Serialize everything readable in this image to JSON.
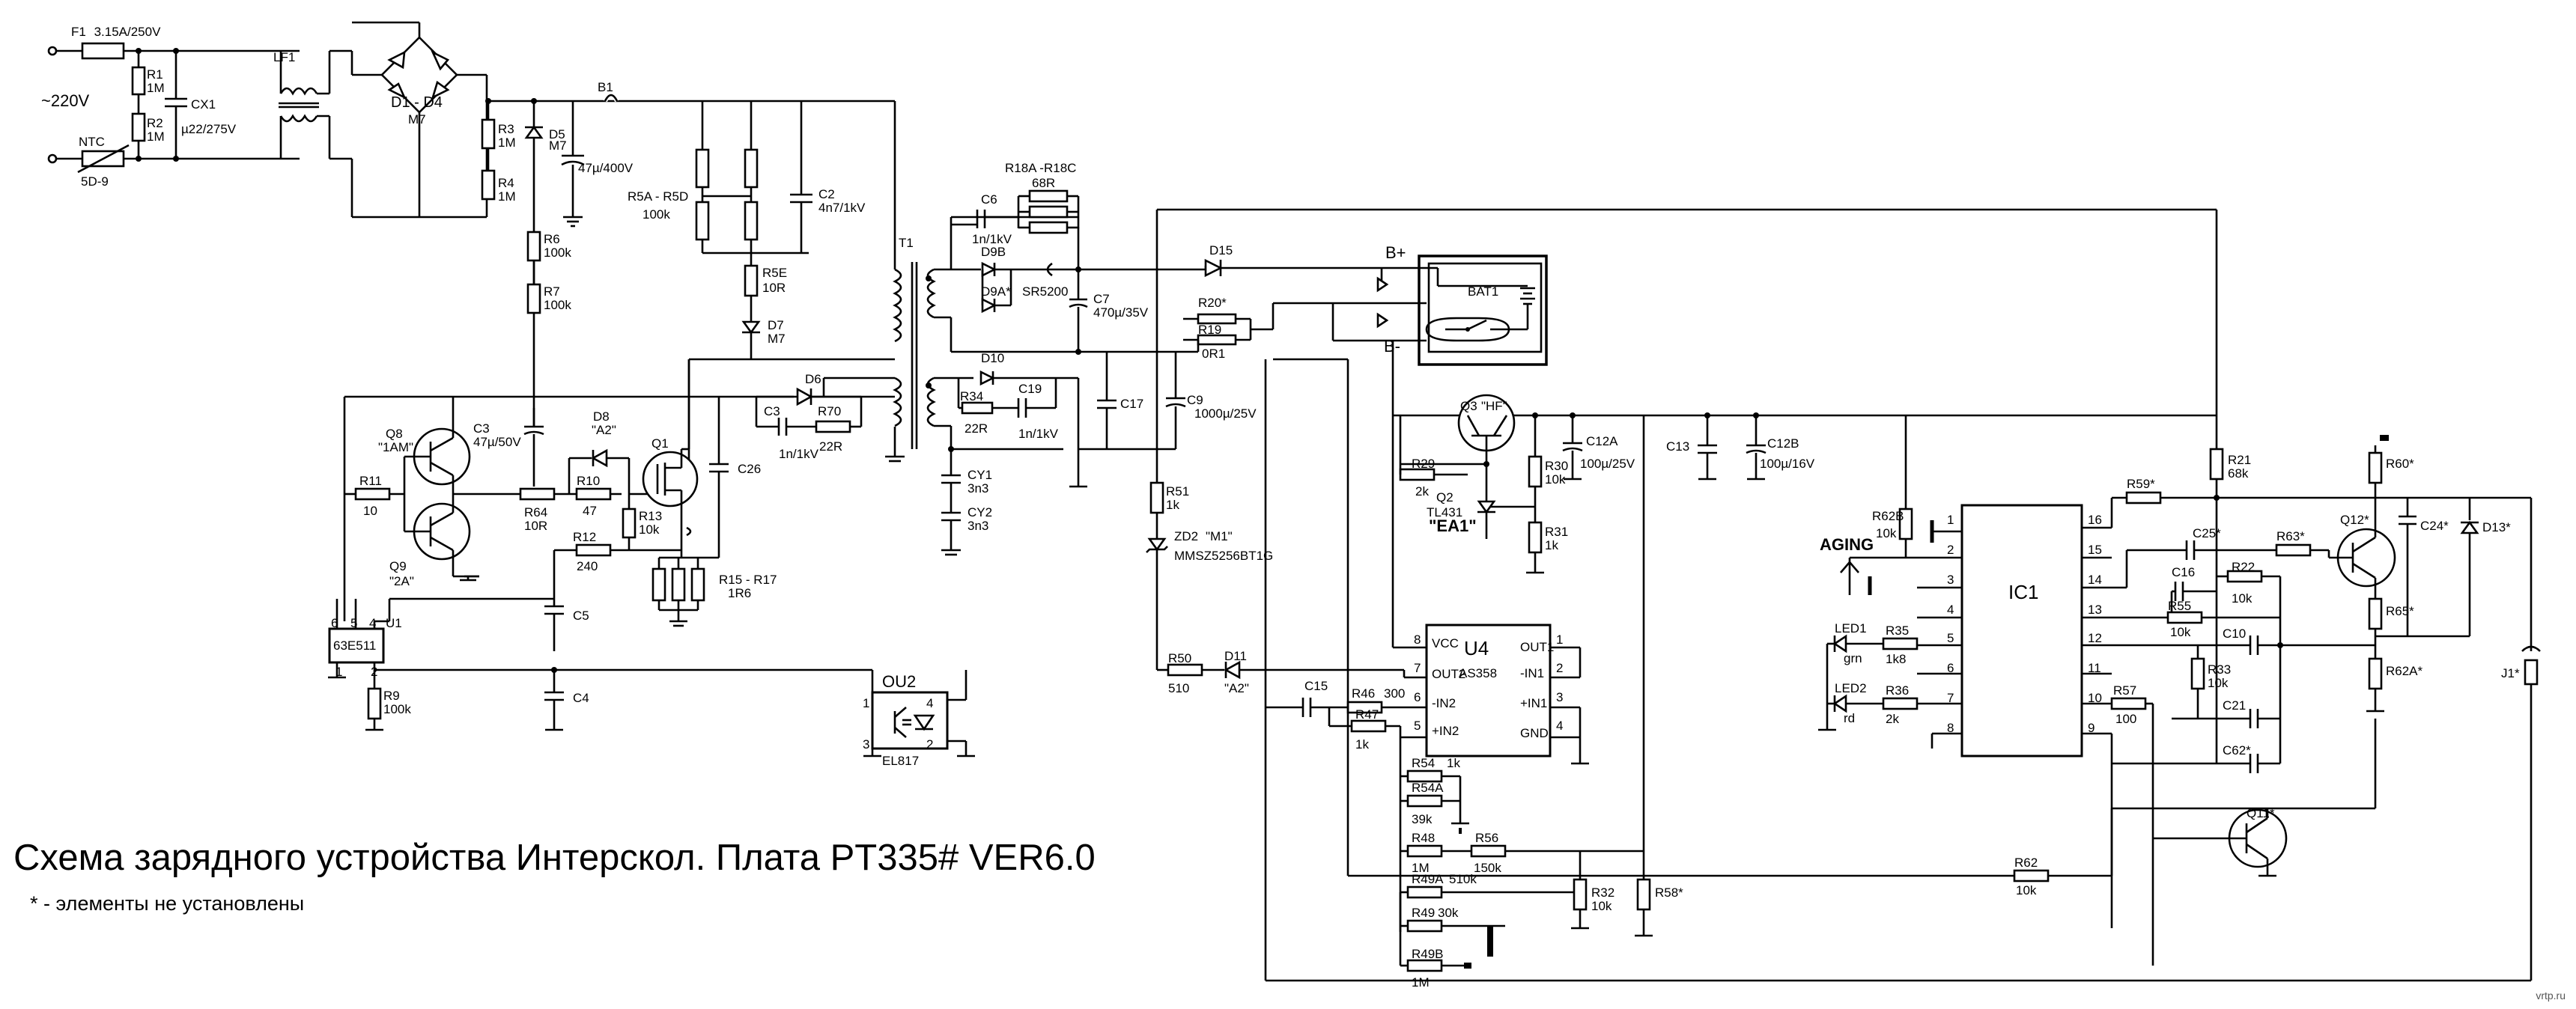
{
  "caption": "Схема зарядного устройства Интерскол. Плата PT335# VER6.0",
  "note": "* - элементы не установлены",
  "watermark": "vrtp.ru",
  "mains": "~220V",
  "fuse": {
    "ref": "F1",
    "value": "3.15A/250V"
  },
  "ntc": {
    "ref": "NTC",
    "value": "5D-9"
  },
  "filter": "LF1",
  "cx1": {
    "ref": "CX1",
    "value": "µ22/275V"
  },
  "r1": {
    "ref": "R1",
    "value": "1M"
  },
  "r2": {
    "ref": "R2",
    "value": "1M"
  },
  "bridge": {
    "ref": "D1 - D4",
    "value": "M7"
  },
  "b1": "B1",
  "r3": {
    "ref": "R3",
    "value": "1M"
  },
  "r4": {
    "ref": "R4",
    "value": "1M"
  },
  "d5": {
    "ref": "D5",
    "value": "M7"
  },
  "cbulk": {
    "value": "47µ/400V"
  },
  "r6": {
    "ref": "R6",
    "value": "100k"
  },
  "r7": {
    "ref": "R7",
    "value": "100k"
  },
  "r5": {
    "ref": "R5A - R5D",
    "value": "100k"
  },
  "c2": {
    "ref": "C2",
    "value": "4n7/1kV"
  },
  "r5e": {
    "ref": "R5E",
    "value": "10R"
  },
  "d7": {
    "ref": "D7",
    "value": "M7"
  },
  "t1": "T1",
  "q8": {
    "ref": "Q8",
    "value": "\"1AM\""
  },
  "q9": {
    "ref": "Q9",
    "value": "\"2A\""
  },
  "r11": {
    "ref": "R11",
    "value": "10"
  },
  "c3a": {
    "ref": "C3",
    "value": "47µ/50V"
  },
  "d8": {
    "ref": "D8",
    "value": "\"A2\""
  },
  "r64": {
    "ref": "R64",
    "value": "10R"
  },
  "r10": {
    "ref": "R10",
    "value": "47"
  },
  "q1": "Q1",
  "r13": {
    "ref": "R13",
    "value": "10k"
  },
  "c26": "C26",
  "r12": {
    "ref": "R12",
    "value": "240"
  },
  "c5": "C5",
  "r15": {
    "ref": "R15 - R17",
    "value": "1R6"
  },
  "u1": {
    "ref": "U1",
    "value": "63E511"
  },
  "r9": {
    "ref": "R9",
    "value": "100k"
  },
  "c4": "C4",
  "d6": "D6",
  "c3b": {
    "ref": "C3",
    "value": "1n/1kV"
  },
  "r70": {
    "ref": "R70",
    "value": "22R"
  },
  "c6": {
    "ref": "C6",
    "value": "1n/1kV"
  },
  "r18": {
    "ref": "R18A -R18C",
    "value": "68R"
  },
  "d9": {
    "b": "D9B",
    "a": "D9A*",
    "part": "SR5200"
  },
  "c7": {
    "ref": "C7",
    "value": "470µ/35V"
  },
  "d10": "D10",
  "r34": {
    "ref": "R34",
    "value": "22R"
  },
  "c19": {
    "ref": "C19",
    "value": "1n/1kV"
  },
  "c17": "C17",
  "c9": {
    "ref": "C9",
    "value": "1000µ/25V"
  },
  "cy1": {
    "ref": "CY1",
    "value": "3n3"
  },
  "cy2": {
    "ref": "CY2",
    "value": "3n3"
  },
  "d15": "D15",
  "r20": "R20*",
  "r19": {
    "ref": "R19",
    "value": "0R1"
  },
  "bplus": "B+",
  "bminus": "B-",
  "bat": "BAT1",
  "r51": {
    "ref": "R51",
    "value": "1k"
  },
  "zd2": {
    "ref": "ZD2",
    "tag": "\"M1\"",
    "value": "MMSZ5256BT1G"
  },
  "r50": {
    "ref": "R50",
    "value": "510"
  },
  "d11": {
    "ref": "D11",
    "value": "\"A2\""
  },
  "ou2": {
    "ref": "OU2",
    "value": "EL817"
  },
  "q3": {
    "ref": "Q3",
    "value": "\"HF\""
  },
  "r29": {
    "ref": "R29",
    "value": "2k"
  },
  "q2": {
    "ref": "Q2",
    "part": "TL431",
    "tag": "\"EA1\""
  },
  "r30": {
    "ref": "R30",
    "value": "10k"
  },
  "r31": {
    "ref": "R31",
    "value": "1k"
  },
  "c12a": {
    "ref": "C12A",
    "value": "100µ/25V"
  },
  "c13": "C13",
  "c12b": {
    "ref": "C12B",
    "value": "100µ/16V"
  },
  "u4": {
    "ref": "U4",
    "value": "AS358",
    "pins_left": [
      "VCC",
      "OUT2",
      "-IN2",
      "+IN2"
    ],
    "pins_right": [
      "OUT1",
      "-IN1",
      "+IN1",
      "GND"
    ],
    "nums_left": [
      "8",
      "7",
      "6",
      "5"
    ],
    "nums_right": [
      "1",
      "2",
      "3",
      "4"
    ]
  },
  "c15": "C15",
  "r46": {
    "ref": "R46",
    "value": "300"
  },
  "r47": {
    "ref": "R47",
    "value": "1k"
  },
  "r54": {
    "ref": "R54",
    "value": "1k"
  },
  "r54a": {
    "ref": "R54A",
    "value": "39k"
  },
  "r48": {
    "ref": "R48",
    "value": "1M"
  },
  "r56": {
    "ref": "R56",
    "value": "150k"
  },
  "r49a": {
    "ref": "R49A",
    "value": "510k"
  },
  "r49": {
    "ref": "R49",
    "value": "30k"
  },
  "r49b": {
    "ref": "R49B",
    "value": "1M"
  },
  "r32": {
    "ref": "R32",
    "value": "10k"
  },
  "r58": "R58*",
  "r62": {
    "ref": "R62",
    "value": "10k"
  },
  "r62b": {
    "ref": "R62B",
    "value": "10k"
  },
  "aging": "AGING",
  "led1": {
    "ref": "LED1",
    "value": "grn"
  },
  "led2": {
    "ref": "LED2",
    "value": "rd"
  },
  "r35": {
    "ref": "R35",
    "value": "1k8"
  },
  "r36": {
    "ref": "R36",
    "value": "2k"
  },
  "ic1": {
    "ref": "IC1",
    "pins_left": [
      "1",
      "2",
      "3",
      "4",
      "5",
      "6",
      "7",
      "8"
    ],
    "pins_right": [
      "16",
      "15",
      "14",
      "13",
      "12",
      "11",
      "10",
      "9"
    ]
  },
  "r57": {
    "ref": "R57",
    "value": "100"
  },
  "r59": "R59*",
  "r21": {
    "ref": "R21",
    "value": "68k"
  },
  "c25": "C25*",
  "r63": "R63*",
  "c16": "C16",
  "r22": {
    "ref": "R22",
    "value": "10k"
  },
  "r55": {
    "ref": "R55",
    "value": "10k"
  },
  "c10": "C10",
  "r33": {
    "ref": "R33",
    "value": "10k"
  },
  "c21": "C21",
  "c62": "C62*",
  "q12": "Q12*",
  "r65": "R65*",
  "r62a": "R62A*",
  "r60": "R60*",
  "c24": "C24*",
  "d13": "D13*",
  "q11": "Q11*",
  "j1": "J1*"
}
